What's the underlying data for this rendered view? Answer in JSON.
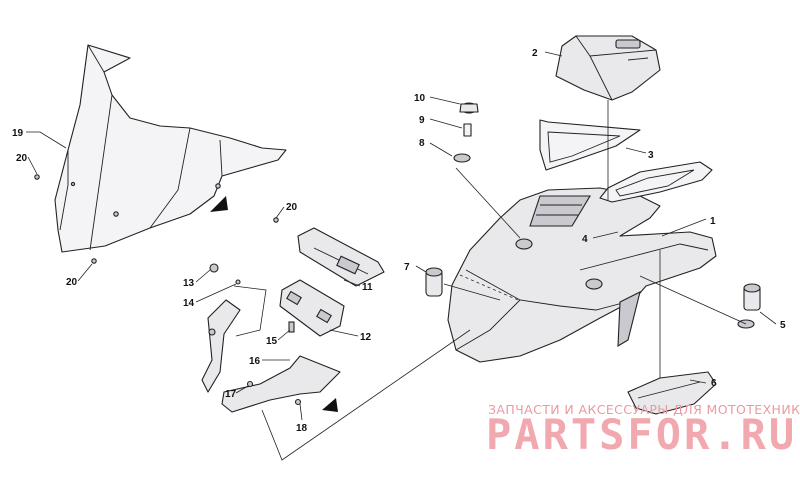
{
  "diagram": {
    "callouts": [
      "1",
      "2",
      "3",
      "4",
      "5",
      "6",
      "7",
      "8",
      "9",
      "10",
      "11",
      "12",
      "13",
      "14",
      "15",
      "16",
      "17",
      "18",
      "19",
      "20"
    ]
  },
  "watermark": {
    "subtitle": "ЗАПЧАСТИ И АКСЕССУАРЫ ДЛЯ МОТОТЕХНИКИ",
    "brand": "PARTSFOR.RU"
  }
}
